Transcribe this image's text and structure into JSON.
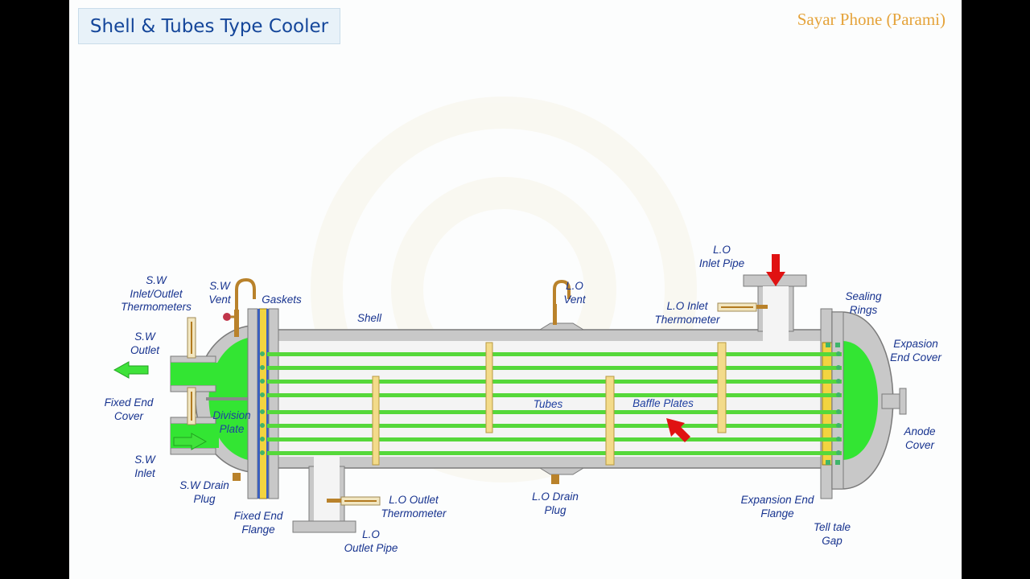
{
  "title": "Shell & Tubes Type Cooler",
  "brand": "Sayar Phone (Parami)",
  "colors": {
    "metal": "#c8c8c8",
    "metal_edge": "#7a7a7a",
    "sea_water": "#33e533",
    "tube": "#55d83a",
    "baffle": "#f3db8a",
    "gasket": "#f2d440",
    "label": "#17338f",
    "arrow_red": "#e01212",
    "arrow_green": "#3fe23a"
  },
  "labels": {
    "sw_thermometers": [
      "S.W",
      "Inlet/Outlet",
      "Thermometers"
    ],
    "sw_vent": [
      "S.W",
      "Vent"
    ],
    "gaskets": [
      "Gaskets"
    ],
    "shell": [
      "Shell"
    ],
    "lo_vent": [
      "L.O",
      "Vent"
    ],
    "lo_inlet_pipe": [
      "L.O",
      "Inlet Pipe"
    ],
    "lo_inlet_thermometer": [
      "L.O Inlet",
      "Thermometer"
    ],
    "sealing_rings": [
      "Sealing",
      "Rings"
    ],
    "expansion_end_cover": [
      "Expasion",
      "End Cover"
    ],
    "sw_outlet": [
      "S.W",
      "Outlet"
    ],
    "fixed_end_cover": [
      "Fixed End",
      "Cover"
    ],
    "division_plate": [
      "Division",
      "Plate"
    ],
    "tubes": [
      "Tubes"
    ],
    "baffle_plates": [
      "Baffle Plates"
    ],
    "anode_cover": [
      "Anode",
      "Cover"
    ],
    "sw_inlet": [
      "S.W",
      "Inlet"
    ],
    "sw_drain_plug": [
      "S.W Drain",
      "Plug"
    ],
    "lo_outlet_thermometer": [
      "L.O Outlet",
      "Thermometer"
    ],
    "lo_drain_plug": [
      "L.O Drain",
      "Plug"
    ],
    "expansion_end_flange": [
      "Expansion End",
      "Flange"
    ],
    "fixed_end_flange": [
      "Fixed End",
      "Flange"
    ],
    "tell_tale_gap": [
      "Tell tale",
      "Gap"
    ],
    "lo_outlet_pipe": [
      "L.O",
      "Outlet Pipe"
    ]
  }
}
